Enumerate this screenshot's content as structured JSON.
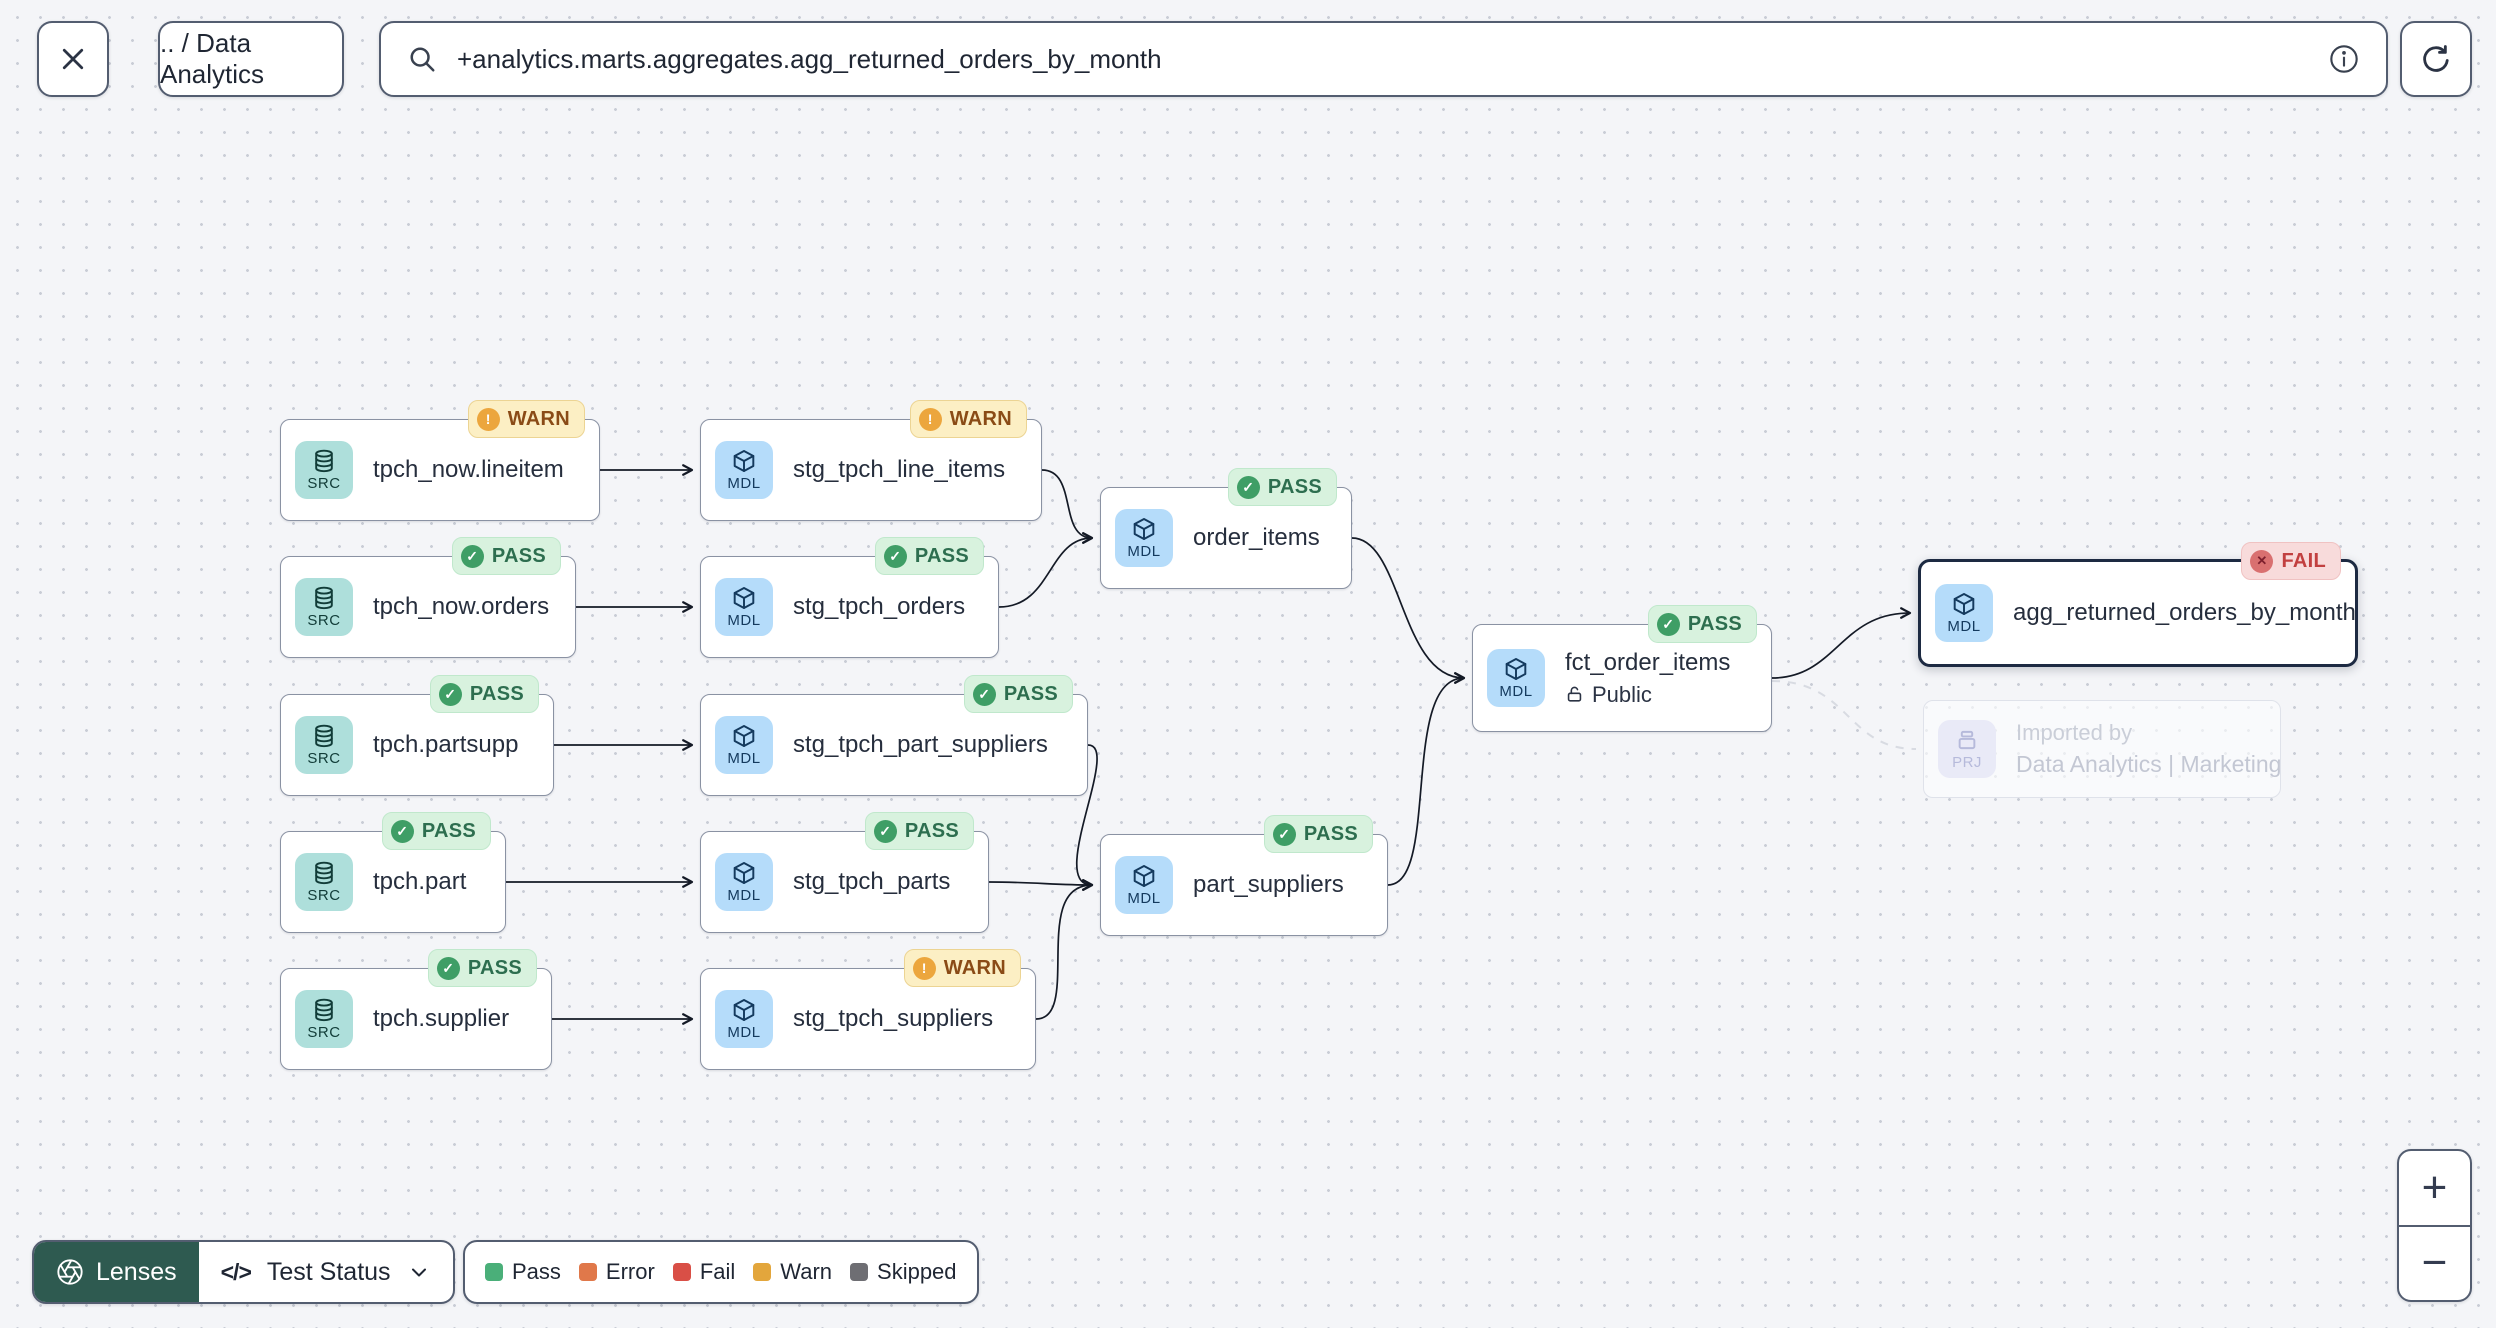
{
  "topbar": {
    "breadcrumb": ".. / Data Analytics",
    "search_value": "+analytics.marts.aggregates.agg_returned_orders_by_month"
  },
  "icons": {
    "code": "</>",
    "pass_dot": "✓",
    "warn_dot": "!",
    "fail_dot": "✕",
    "zoom_in": "+",
    "zoom_out": "−",
    "search": "magnifier",
    "info": "info-circle",
    "refresh": "circular-arrow",
    "close": "x-mark",
    "lens": "aperture",
    "chevron": "chevron-down",
    "src": "database",
    "mdl": "cube",
    "prj": "project-box",
    "public": "open-padlock"
  },
  "nodes": [
    {
      "type": "SRC",
      "label": "tpch_now.lineitem",
      "status": "WARN"
    },
    {
      "type": "MDL",
      "label": "stg_tpch_line_items",
      "status": "WARN"
    },
    {
      "type": "SRC",
      "label": "tpch_now.orders",
      "status": "PASS"
    },
    {
      "type": "MDL",
      "label": "stg_tpch_orders",
      "status": "PASS"
    },
    {
      "type": "SRC",
      "label": "tpch.partsupp",
      "status": "PASS"
    },
    {
      "type": "MDL",
      "label": "stg_tpch_part_suppliers",
      "status": "PASS"
    },
    {
      "type": "SRC",
      "label": "tpch.part",
      "status": "PASS"
    },
    {
      "type": "MDL",
      "label": "stg_tpch_parts",
      "status": "PASS"
    },
    {
      "type": "SRC",
      "label": "tpch.supplier",
      "status": "PASS"
    },
    {
      "type": "MDL",
      "label": "stg_tpch_suppliers",
      "status": "WARN"
    },
    {
      "type": "MDL",
      "label": "order_items",
      "status": "PASS"
    },
    {
      "type": "MDL",
      "label": "part_suppliers",
      "status": "PASS"
    },
    {
      "type": "MDL",
      "label": "fct_order_items",
      "status": "PASS",
      "visibility": "Public"
    },
    {
      "type": "MDL",
      "label": "agg_returned_orders_by_month",
      "status": "FAIL",
      "selected": true
    },
    {
      "type": "PRJ",
      "title": "Imported by",
      "subtitle": "Data Analytics | Marketing"
    }
  ],
  "controls": {
    "lenses_label": "Lenses",
    "lens_value": "Test Status"
  },
  "legend": {
    "items": [
      {
        "label": "Pass",
        "color": "#4aaf79"
      },
      {
        "label": "Error",
        "color": "#e0784a"
      },
      {
        "label": "Fail",
        "color": "#d94f46"
      },
      {
        "label": "Warn",
        "color": "#e3a63c"
      },
      {
        "label": "Skipped",
        "color": "#6e6e73"
      }
    ]
  },
  "zoom_controls": {
    "zoom_in": "+",
    "zoom_out": "−"
  }
}
